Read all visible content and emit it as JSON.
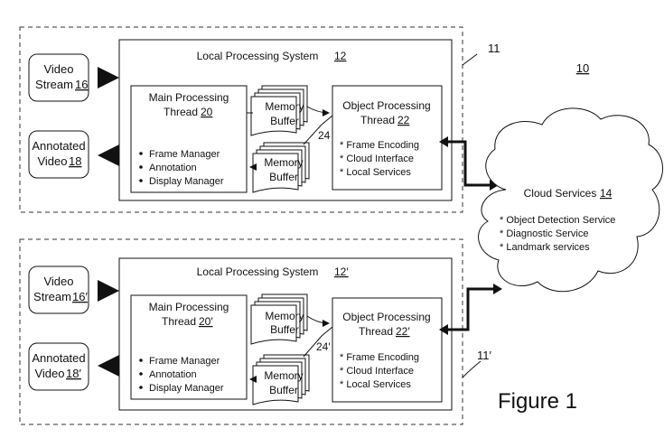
{
  "system_label": "10",
  "cloud": {
    "title": "Cloud Services",
    "ref": "14",
    "services": [
      "* Object Detection Service",
      "* Diagnostic Service",
      "* Landmark services"
    ]
  },
  "figure_caption": "Figure 1",
  "units": [
    {
      "unit_ref": "11",
      "local_system_title": "Local Processing System",
      "local_system_ref": "12",
      "video_stream_label": "Video",
      "video_stream_label2": "Stream",
      "video_stream_ref": "16",
      "annotated_label": "Annotated",
      "annotated_label2": "Video",
      "annotated_ref": "18",
      "main_thread_line1": "Main Processing",
      "main_thread_line2": "Thread",
      "main_thread_ref": "20",
      "main_thread_items": [
        "Frame Manager",
        "Annotation",
        "Display Manager"
      ],
      "buffer_line1": "Memory",
      "buffer_line2": "Buffer",
      "buffer_ref": "24",
      "object_thread_line1": "Object Processing",
      "object_thread_line2": "Thread",
      "object_thread_ref": "22",
      "object_thread_items": [
        "* Frame Encoding",
        "* Cloud Interface",
        "* Local Services"
      ]
    },
    {
      "unit_ref": "11′",
      "local_system_title": "Local Processing System",
      "local_system_ref": "12′",
      "video_stream_label": "Video",
      "video_stream_label2": "Stream",
      "video_stream_ref": "16′",
      "annotated_label": "Annotated",
      "annotated_label2": "Video",
      "annotated_ref": "18′",
      "main_thread_line1": "Main Processing",
      "main_thread_line2": "Thread",
      "main_thread_ref": "20′",
      "main_thread_items": [
        "Frame Manager",
        "Annotation",
        "Display Manager"
      ],
      "buffer_line1": "Memory",
      "buffer_line2": "Buffer",
      "buffer_ref": "24′",
      "object_thread_line1": "Object Processing",
      "object_thread_line2": "Thread",
      "object_thread_ref": "22′",
      "object_thread_items": [
        "* Frame Encoding",
        "* Cloud Interface",
        "* Local Services"
      ]
    }
  ]
}
